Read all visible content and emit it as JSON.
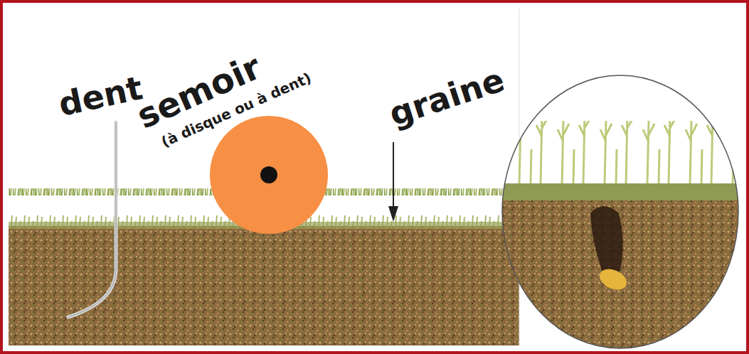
{
  "diagram": {
    "labels": [
      "dent",
      "semoir",
      "(à disque ou à dent)",
      "graine"
    ]
  }
}
